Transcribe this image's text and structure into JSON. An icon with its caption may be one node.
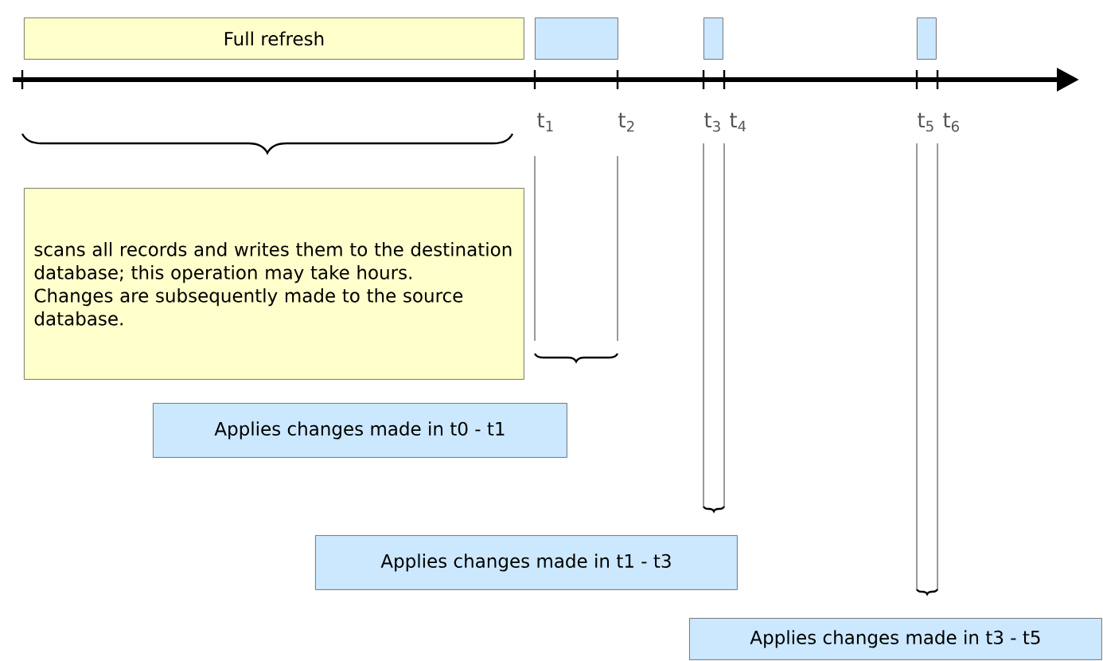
{
  "diagram": {
    "nodes": [
      {
        "text": [
          "Full refresh"
        ]
      },
      {
        "text": [],
        "shape": "box"
      },
      {
        "text": [],
        "shape": "box"
      },
      {
        "text": [],
        "shape": "box"
      },
      {
        "text": [
          "scans all records and writes them to the destination database; this operation may take hours.",
          "Changes are subsequently made to the source database."
        ]
      },
      {
        "text": [
          "Applies changes made in t0 - t1"
        ]
      },
      {
        "text": [
          "Applies changes made in t1 - t3"
        ]
      },
      {
        "text": [
          "Applies changes made in t3 - t5"
        ]
      }
    ],
    "labels": [
      "t$_{1}$",
      "t$_{2}$",
      "t$_{3}$",
      "t$_{4}$",
      "t$_{5}$",
      "t$_{6}$"
    ]
  }
}
